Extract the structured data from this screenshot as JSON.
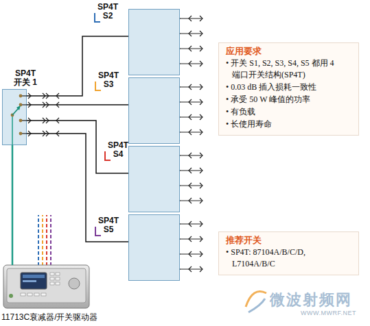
{
  "diagram": {
    "nodes": [
      {
        "text": [
          "SP4T 开关 1"
        ]
      },
      {
        "text": [
          "SP4T S2"
        ]
      },
      {
        "text": [
          "SP4T S3"
        ]
      },
      {
        "text": [
          "SP4T S4"
        ]
      },
      {
        "text": [
          "SP4T S5"
        ]
      },
      {
        "text": [
          "应用要求",
          "• 开关 S1, S2, S3, S4, S5 都用 4 端口开关结构(SP4T)",
          "• 0.03 dB 插入损耗一致性",
          "• 承受 50 W 峰值的功率",
          "• 有负载",
          "• 长使用寿命"
        ]
      },
      {
        "text": [
          "推荐开关",
          "• SP4T: 87104A/B/C/D, L7104A/B/C"
        ]
      },
      {
        "text": [
          "11713C衰减器/开关驱动器"
        ]
      }
    ],
    "edges": [
      {
        "from": 0,
        "to": 1,
        "arrow": "none"
      },
      {
        "from": 0,
        "to": 2,
        "arrow": "none"
      },
      {
        "from": 0,
        "to": 3,
        "arrow": "none"
      },
      {
        "from": 0,
        "to": 4,
        "arrow": "none"
      },
      {
        "from": 7,
        "to": 0,
        "arrow": "none"
      }
    ],
    "labels": [
      "微波射频网",
      "WWW.MWRF.NET"
    ]
  }
}
